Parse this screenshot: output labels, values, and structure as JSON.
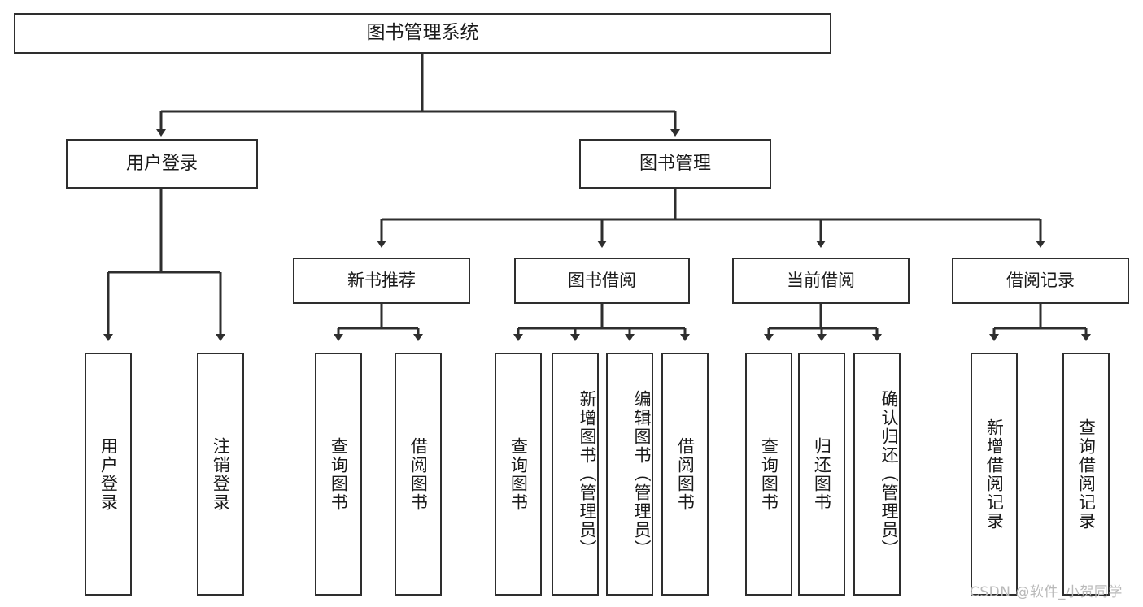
{
  "diagram": {
    "type": "tree",
    "title": "图书管理系统",
    "background_color": "#ffffff",
    "line_color": "#2e2e2e",
    "text_color": "#1a1a1a"
  },
  "nodes": {
    "root": {
      "label": "图书管理系统"
    },
    "level2": [
      {
        "label": "用户登录"
      },
      {
        "label": "图书管理"
      }
    ],
    "level3": [
      {
        "label": "新书推荐"
      },
      {
        "label": "图书借阅"
      },
      {
        "label": "当前借阅"
      },
      {
        "label": "借阅记录"
      }
    ],
    "leaves": {
      "user_login": [
        {
          "label": "用户登录"
        },
        {
          "label": "注销登录"
        }
      ],
      "new_book": [
        {
          "label": "查询图书"
        },
        {
          "label": "借阅图书"
        }
      ],
      "book_borrow": [
        {
          "label": "查询图书"
        },
        {
          "label": "新增图书（管理员）"
        },
        {
          "label": "编辑图书（管理员）"
        },
        {
          "label": "借阅图书"
        }
      ],
      "current_borrow": [
        {
          "label": "查询图书"
        },
        {
          "label": "归还图书"
        },
        {
          "label": "确认归还（管理员）"
        }
      ],
      "borrow_record": [
        {
          "label": "新增借阅记录"
        },
        {
          "label": "查询借阅记录"
        }
      ]
    }
  },
  "watermark": {
    "text": "CSDN @软件_小贺同学"
  }
}
